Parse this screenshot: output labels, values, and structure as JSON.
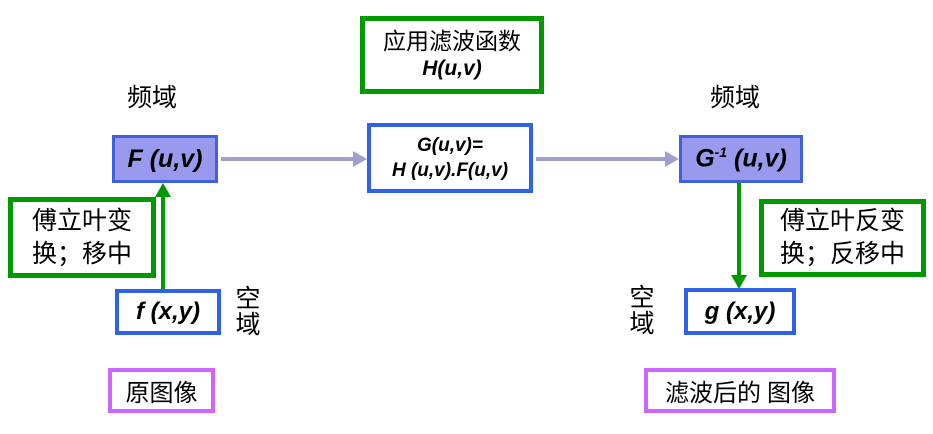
{
  "colors": {
    "green": "#009900",
    "blue_border": "#2E62E8",
    "filled_box_border": "#4161D9",
    "box_fill": "#9999EE",
    "magenta": "#CC66FF",
    "arrow": "#9F9FD0"
  },
  "top_filter_box": {
    "label": "应用滤波函数",
    "formula": "H(u,v)"
  },
  "labels": {
    "frequency_domain_left": "频域",
    "frequency_domain_right": "频域",
    "spatial_left": {
      "chars": [
        "空",
        "域"
      ]
    },
    "spatial_right": {
      "chars": [
        "空",
        "域"
      ]
    }
  },
  "f_uv_box": {
    "formula": "F (u,v)"
  },
  "product_box": {
    "lines": [
      "G(u,v)=",
      "H (u,v).F(u,v)"
    ]
  },
  "g_uv_box": {
    "base": "G",
    "sup": "-1",
    "rest": " (u,v)"
  },
  "f_xy_box": {
    "formula": "f (x,y)"
  },
  "g_xy_box": {
    "formula": "g (x,y)"
  },
  "left_transform_box": {
    "lines": [
      "傅立叶变",
      "换；移中"
    ]
  },
  "right_transform_box": {
    "lines": [
      "傅立叶反变",
      "换；反移中"
    ]
  },
  "source_image_box": {
    "label": "原图像"
  },
  "filtered_image_box": {
    "label": "滤波后的 图像"
  }
}
